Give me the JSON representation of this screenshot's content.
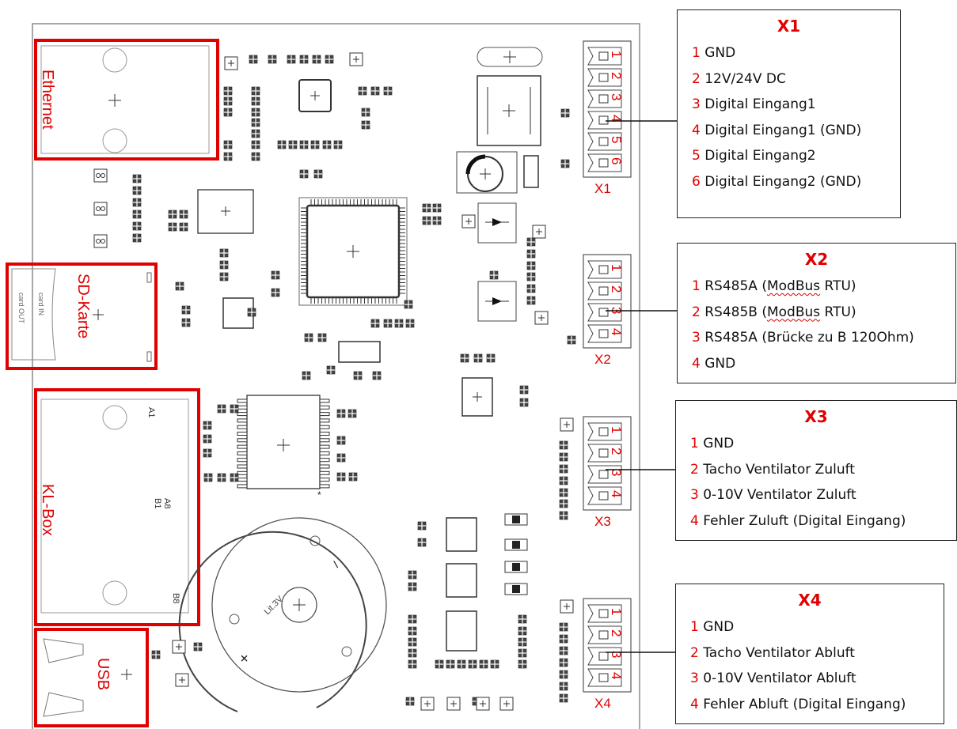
{
  "board": {
    "modules": {
      "ethernet": "Ethernet",
      "sd_karte": "SD-Karte",
      "kl_box": "KL-Box",
      "usb": "USB"
    },
    "silk": {
      "card_in": "card IN",
      "card_out": "card OUT",
      "a1": "A1",
      "a8": "A8",
      "b1": "B1",
      "b8": "B8",
      "battery": "Lit.3V",
      "star": "*",
      "minus": "–",
      "plus": "+"
    },
    "connectors": [
      {
        "label": "X1",
        "pins": [
          "1",
          "2",
          "3",
          "4",
          "5",
          "6"
        ]
      },
      {
        "label": "X2",
        "pins": [
          "1",
          "2",
          "3",
          "4"
        ]
      },
      {
        "label": "X3",
        "pins": [
          "1",
          "2",
          "3",
          "4"
        ]
      },
      {
        "label": "X4",
        "pins": [
          "1",
          "2",
          "3",
          "4"
        ]
      }
    ]
  },
  "legend": {
    "x1": {
      "title": "X1",
      "rows": [
        {
          "n": "1",
          "text": "GND"
        },
        {
          "n": "2",
          "text": "12V/24V DC"
        },
        {
          "n": "3",
          "text": "Digital Eingang1"
        },
        {
          "n": "4",
          "text": "Digital Eingang1 (GND)"
        },
        {
          "n": "5",
          "text": "Digital Eingang2"
        },
        {
          "n": "6",
          "text": "Digital Eingang2 (GND)"
        }
      ]
    },
    "x2": {
      "title": "X2",
      "rows": [
        {
          "n": "1",
          "pre": "RS485A (",
          "sq": "ModBus",
          "post": " RTU)"
        },
        {
          "n": "2",
          "pre": "RS485B (",
          "sq": "ModBus",
          "post": " RTU)"
        },
        {
          "n": "3",
          "pre": "RS485A (Brücke zu B 120Ohm)",
          "sq": "",
          "post": ""
        },
        {
          "n": "4",
          "pre": "GND",
          "sq": "",
          "post": ""
        }
      ]
    },
    "x3": {
      "title": "X3",
      "rows": [
        {
          "n": "1",
          "text": "GND"
        },
        {
          "n": "2",
          "text": "Tacho Ventilator Zuluft"
        },
        {
          "n": "3",
          "text": "0-10V Ventilator Zuluft"
        },
        {
          "n": "4",
          "text": "Fehler Zuluft (Digital Eingang)"
        }
      ]
    },
    "x4": {
      "title": "X4",
      "rows": [
        {
          "n": "1",
          "text": "GND"
        },
        {
          "n": "2",
          "text": "Tacho Ventilator Abluft"
        },
        {
          "n": "3",
          "text": "0-10V Ventilator Abluft"
        },
        {
          "n": "4",
          "text": "Fehler Abluft (Digital Eingang)"
        }
      ]
    }
  }
}
